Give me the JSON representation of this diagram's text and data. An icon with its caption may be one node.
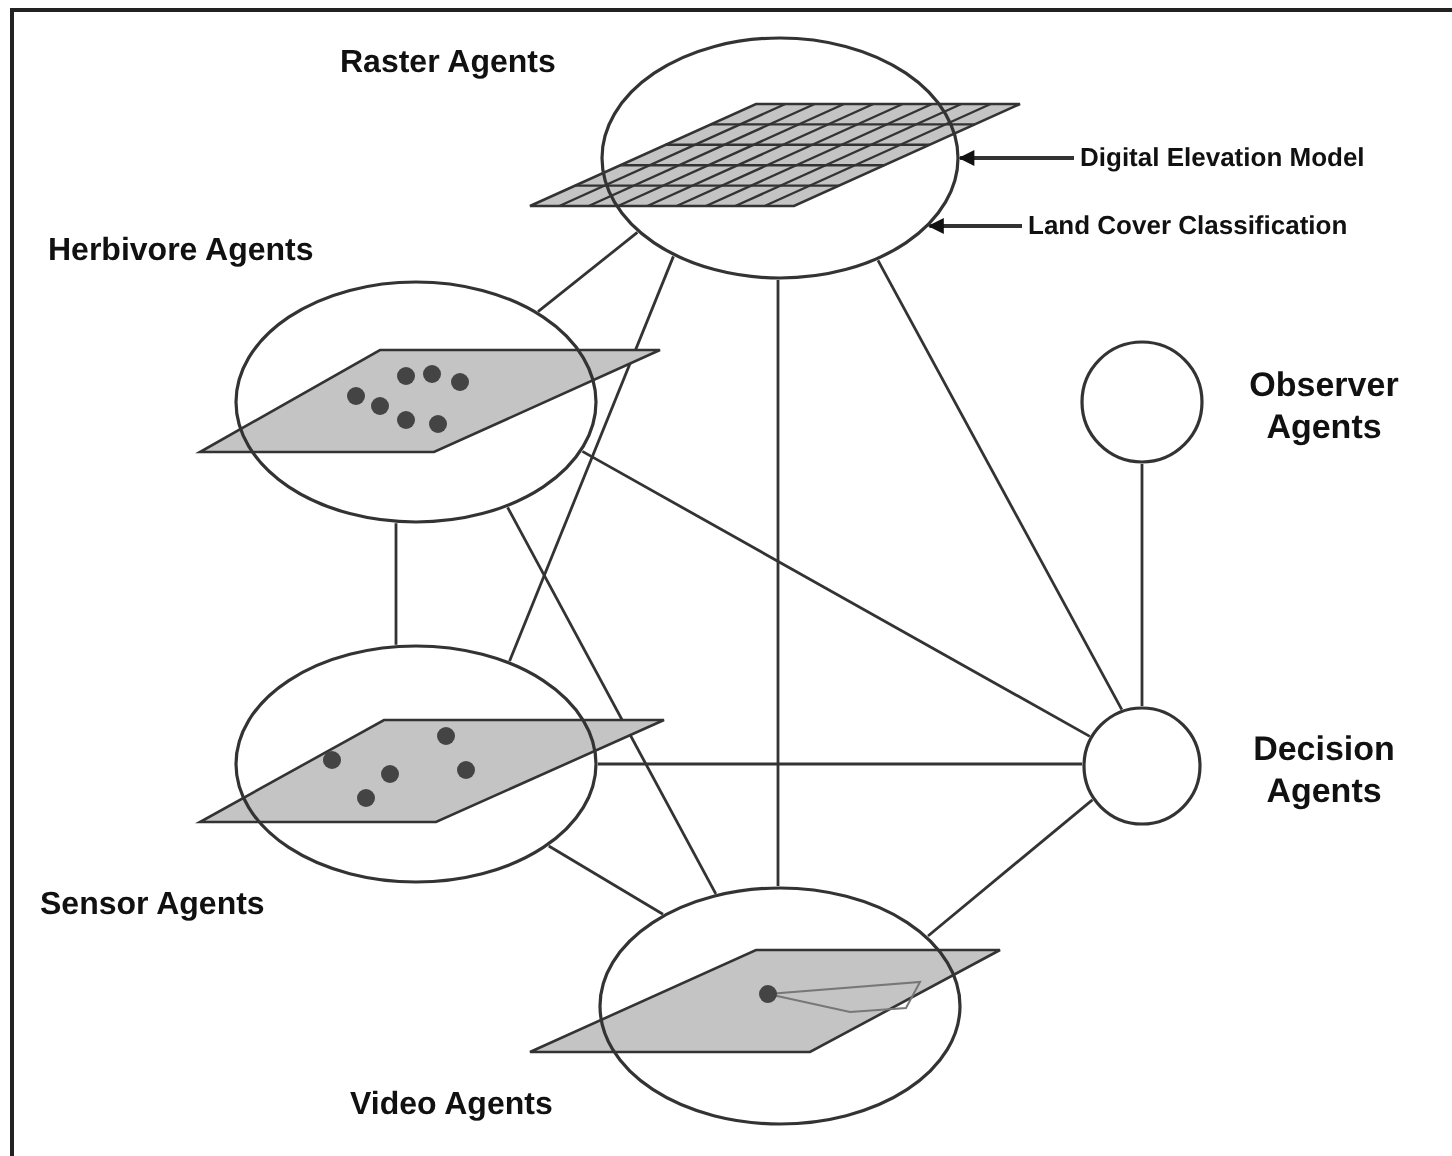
{
  "diagram": {
    "nodes": [
      {
        "text": [
          "Raster Agents"
        ]
      },
      {
        "text": [
          "Herbivore Agents"
        ]
      },
      {
        "text": [
          "Sensor Agents"
        ]
      },
      {
        "text": [
          "Video Agents"
        ]
      },
      {
        "text": [
          "Observer Agents"
        ]
      },
      {
        "text": [
          "Decision Agents"
        ]
      },
      {
        "text": [
          "Digital Elevation Model"
        ]
      },
      {
        "text": [
          "Land Cover Classification"
        ]
      }
    ],
    "edges": [
      {
        "from": 0,
        "to": 1,
        "arrow": "none"
      },
      {
        "from": 0,
        "to": 2,
        "arrow": "none"
      },
      {
        "from": 0,
        "to": 3,
        "arrow": "none"
      },
      {
        "from": 0,
        "to": 5,
        "arrow": "none"
      },
      {
        "from": 1,
        "to": 2,
        "arrow": "none"
      },
      {
        "from": 1,
        "to": 3,
        "arrow": "none"
      },
      {
        "from": 1,
        "to": 5,
        "arrow": "none"
      },
      {
        "from": 2,
        "to": 5,
        "arrow": "none"
      },
      {
        "from": 2,
        "to": 3,
        "arrow": "none"
      },
      {
        "from": 3,
        "to": 5,
        "arrow": "none"
      },
      {
        "from": 4,
        "to": 5,
        "arrow": "none"
      },
      {
        "from": 6,
        "to": 0,
        "arrow": "to"
      },
      {
        "from": 7,
        "to": 0,
        "arrow": "to"
      }
    ]
  }
}
